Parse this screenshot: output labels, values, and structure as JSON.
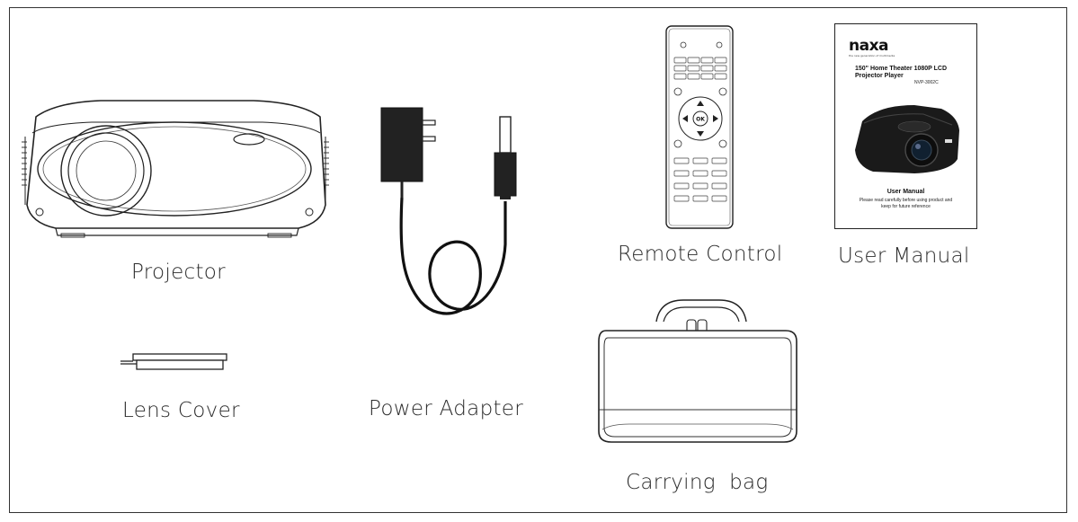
{
  "items": {
    "projector": "Projector",
    "lens_cover": "Lens Cover",
    "power_adapter": "Power Adapter",
    "remote_control": "Remote Control",
    "user_manual": "User Manual",
    "carrying_bag": "Carrying  bag"
  },
  "manual": {
    "brand": "naxa",
    "tagline": "the new generation of multimedia",
    "title_line1": "150\" Home Theater 1080P LCD",
    "title_line2": "Projector Player",
    "model": "NVP-3002C",
    "subtitle": "User Manual",
    "note_line1": "Please read carefully before using product and",
    "note_line2": "keep for future reference"
  },
  "remote": {
    "ok_label": "OK"
  },
  "colors": {
    "line": "#2b2b2b",
    "ink": "#111111"
  }
}
